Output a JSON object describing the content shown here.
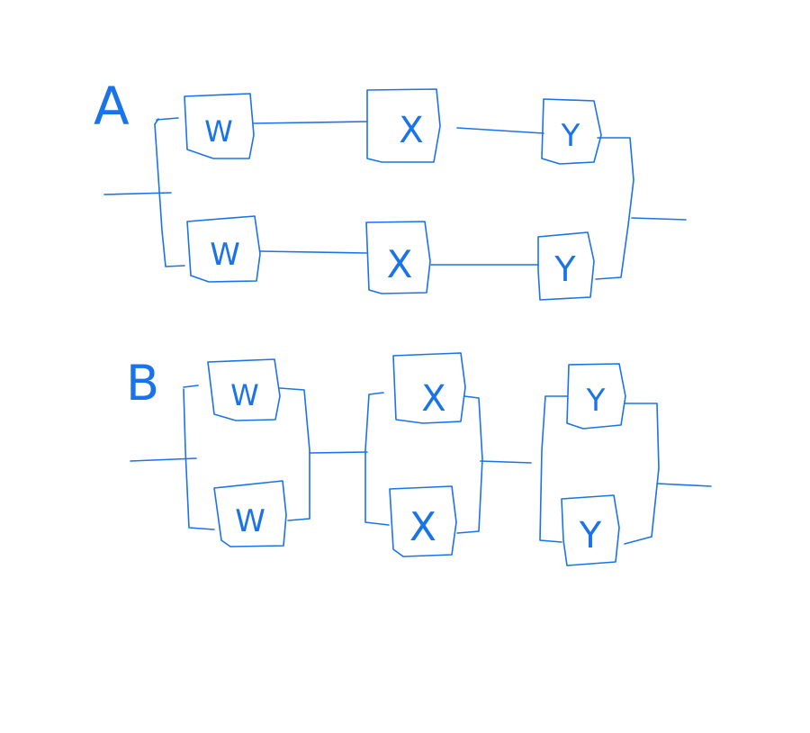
{
  "ink_color": "#1a73e8",
  "background_color": "#ffffff",
  "diagrams": [
    {
      "label": "A",
      "blocks": [
        {
          "row": "top",
          "text": "W"
        },
        {
          "row": "top",
          "text": "X"
        },
        {
          "row": "top",
          "text": "Y"
        },
        {
          "row": "bottom",
          "text": "W"
        },
        {
          "row": "bottom",
          "text": "X"
        },
        {
          "row": "bottom",
          "text": "Y"
        }
      ]
    },
    {
      "label": "B",
      "blocks": [
        {
          "row": "top",
          "text": "W"
        },
        {
          "row": "top",
          "text": "X"
        },
        {
          "row": "top",
          "text": "Y"
        },
        {
          "row": "bottom",
          "text": "W"
        },
        {
          "row": "bottom",
          "text": "X"
        },
        {
          "row": "bottom",
          "text": "Y"
        }
      ]
    }
  ]
}
